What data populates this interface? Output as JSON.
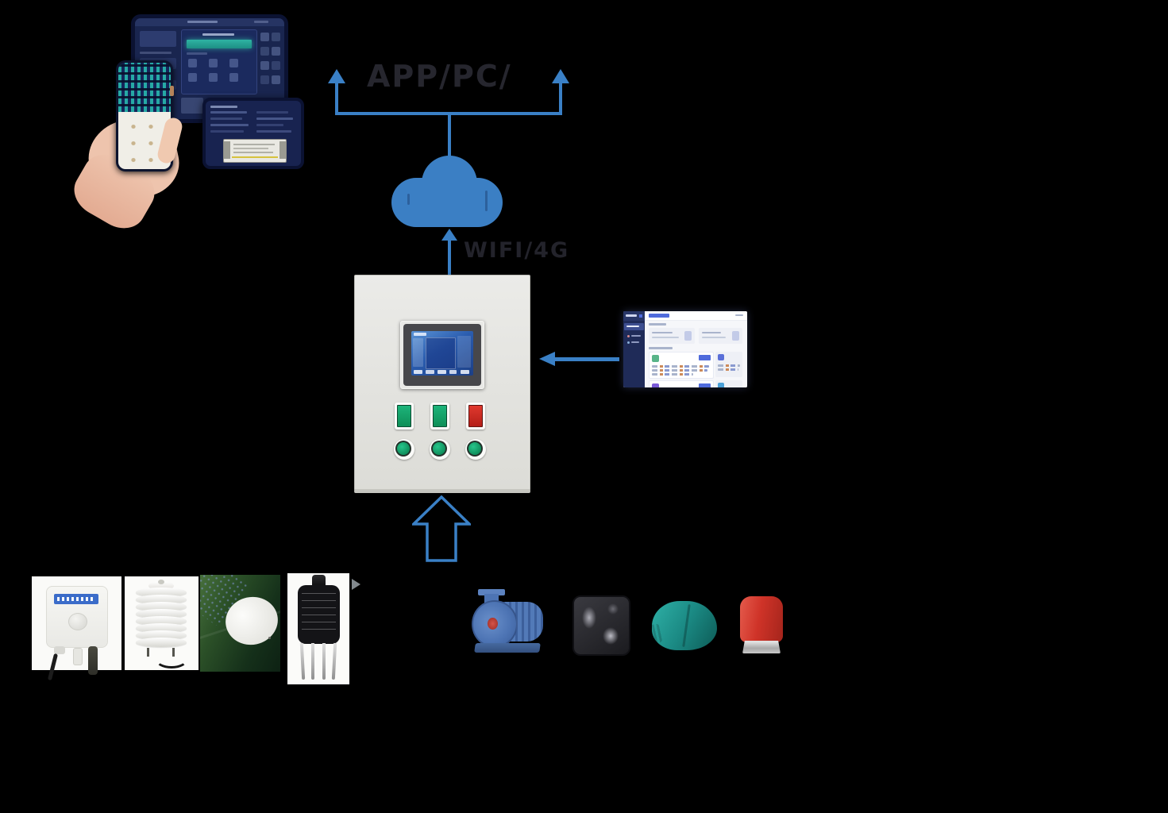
{
  "labels": {
    "app_pc": "APP/PC/",
    "network": "WIFI/4G"
  },
  "colors": {
    "background": "#000000",
    "arrow_blue": "#3a80c6",
    "cloud_blue": "#3b7fc4",
    "label_dark": "#26262e",
    "cabinet_gray": "#e4e4e0",
    "hmi_bezel": "#47474b",
    "hmi_screen_blue": "#2a5cae",
    "button_green": "#10a264",
    "button_red": "#d3261f",
    "dashboard_navy": "#19254f",
    "dashboard_teal": "#2fb3a3",
    "software_sidebar_navy": "#1f2b58",
    "software_accent_blue": "#4f6bdc",
    "pump_blue": "#4d74b4",
    "actuator_teal": "#1f8e8a",
    "actuator_red": "#cf3328",
    "metal_silver": "#b9b9b9",
    "sensor_card_white": "#fafaf8",
    "leaf_green": "#2c5128",
    "skin_tone": "#eec4ad"
  },
  "components": {
    "client_devices": [
      "tablet-dashboard",
      "smartphone-dashboard",
      "tablet-report"
    ],
    "cloud": "cloud-server",
    "controller": "control-cabinet-with-hmi",
    "software": "web-platform-screenshot",
    "sensors": [
      "wall-mount-air-sensor",
      "louver-weather-shield-sensor",
      "leaf-wetness-sensor",
      "soil-probe-sensor"
    ],
    "actuators": [
      "water-pump",
      "solenoid-valve",
      "booster-pump",
      "valve-actuator"
    ]
  }
}
